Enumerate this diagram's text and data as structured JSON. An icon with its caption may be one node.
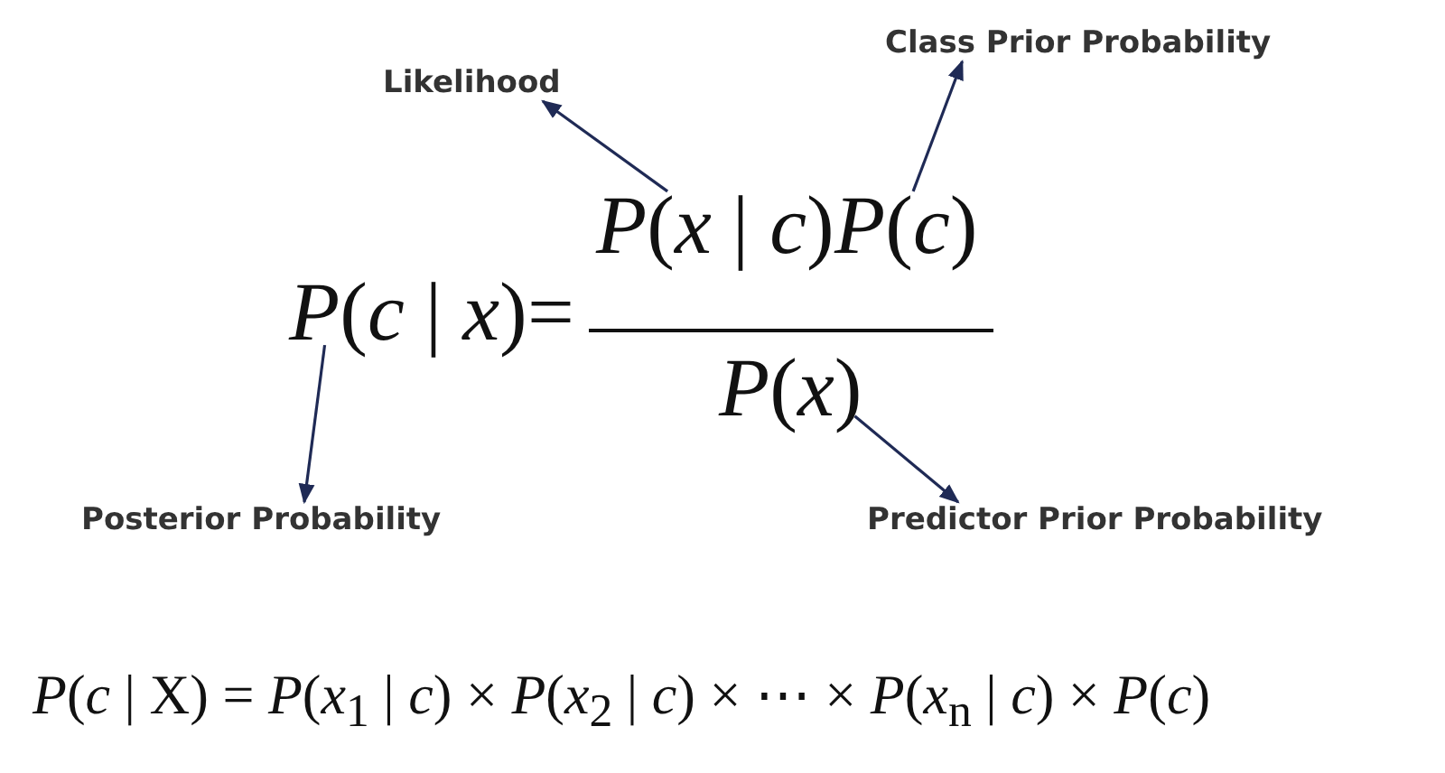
{
  "diagram": {
    "nodes": [
      {
        "text": [
          "Likelihood"
        ]
      },
      {
        "text": [
          "Class Prior Probability"
        ]
      },
      {
        "text": [
          "*P*(*c* | *x*)"
        ]
      },
      {
        "text": [
          "*P*(*x* | *c*)"
        ]
      },
      {
        "text": [
          "*P*(*c*)"
        ]
      },
      {
        "text": [
          "*P*(*x*)"
        ]
      },
      {
        "text": [
          "Posterior Probability"
        ]
      },
      {
        "text": [
          "Predictor Prior Probability"
        ]
      }
    ],
    "edges": [
      {
        "from": 3,
        "to": 0,
        "arrow": "to"
      },
      {
        "from": 4,
        "to": 1,
        "arrow": "to"
      },
      {
        "from": 2,
        "to": 6,
        "arrow": "to"
      },
      {
        "from": 5,
        "to": 7,
        "arrow": "to"
      }
    ],
    "labels": [
      "=",
      "*P*(*c* | X) = *P*(*x*$_{1}$ | *c*) × *P*(*x*$_{2}$ | *c*) × ⋯ × *P*(*x*$_{n}$ | *c*) × *P*(*c*)"
    ]
  }
}
